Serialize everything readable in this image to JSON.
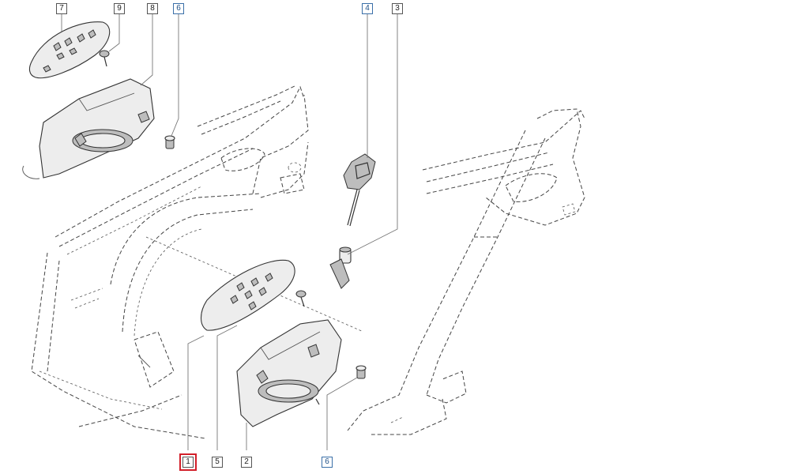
{
  "diagram": {
    "callouts": [
      {
        "id": "c7",
        "label": "7",
        "style": "plain"
      },
      {
        "id": "c9",
        "label": "9",
        "style": "plain"
      },
      {
        "id": "c8",
        "label": "8",
        "style": "plain"
      },
      {
        "id": "c6a",
        "label": "6",
        "style": "blue"
      },
      {
        "id": "c4",
        "label": "4",
        "style": "blue"
      },
      {
        "id": "c3",
        "label": "3",
        "style": "plain"
      },
      {
        "id": "c1",
        "label": "1",
        "style": "plain",
        "selected": true
      },
      {
        "id": "c5",
        "label": "5",
        "style": "plain"
      },
      {
        "id": "c2",
        "label": "2",
        "style": "plain"
      },
      {
        "id": "c6b",
        "label": "6",
        "style": "blue"
      }
    ],
    "colors": {
      "line": "#333333",
      "dash": "#444444",
      "callout_blue": "#3a6fa8",
      "highlight": "#d21f2a",
      "part_fill": "#e9e9e9",
      "part_dark": "#9a9a9a"
    }
  }
}
